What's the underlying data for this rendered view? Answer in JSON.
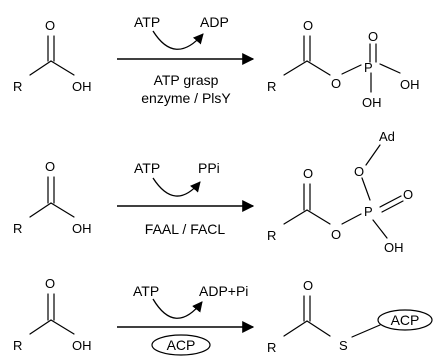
{
  "atoms": {
    "R": "R",
    "O": "O",
    "OH": "OH",
    "P": "P",
    "S": "S",
    "Ad": "Ad"
  },
  "reactions": [
    {
      "cofactor_in": "ATP",
      "cofactor_out": "ADP",
      "enzyme_line1": "ATP grasp",
      "enzyme_line2": "enzyme / PlsY"
    },
    {
      "cofactor_in": "ATP",
      "cofactor_out": "PPi",
      "enzyme_line1": "FAAL / FACL"
    },
    {
      "cofactor_in": "ATP",
      "cofactor_out": "ADP+Pi",
      "carrier": "ACP",
      "product_carrier": "ACP"
    }
  ]
}
